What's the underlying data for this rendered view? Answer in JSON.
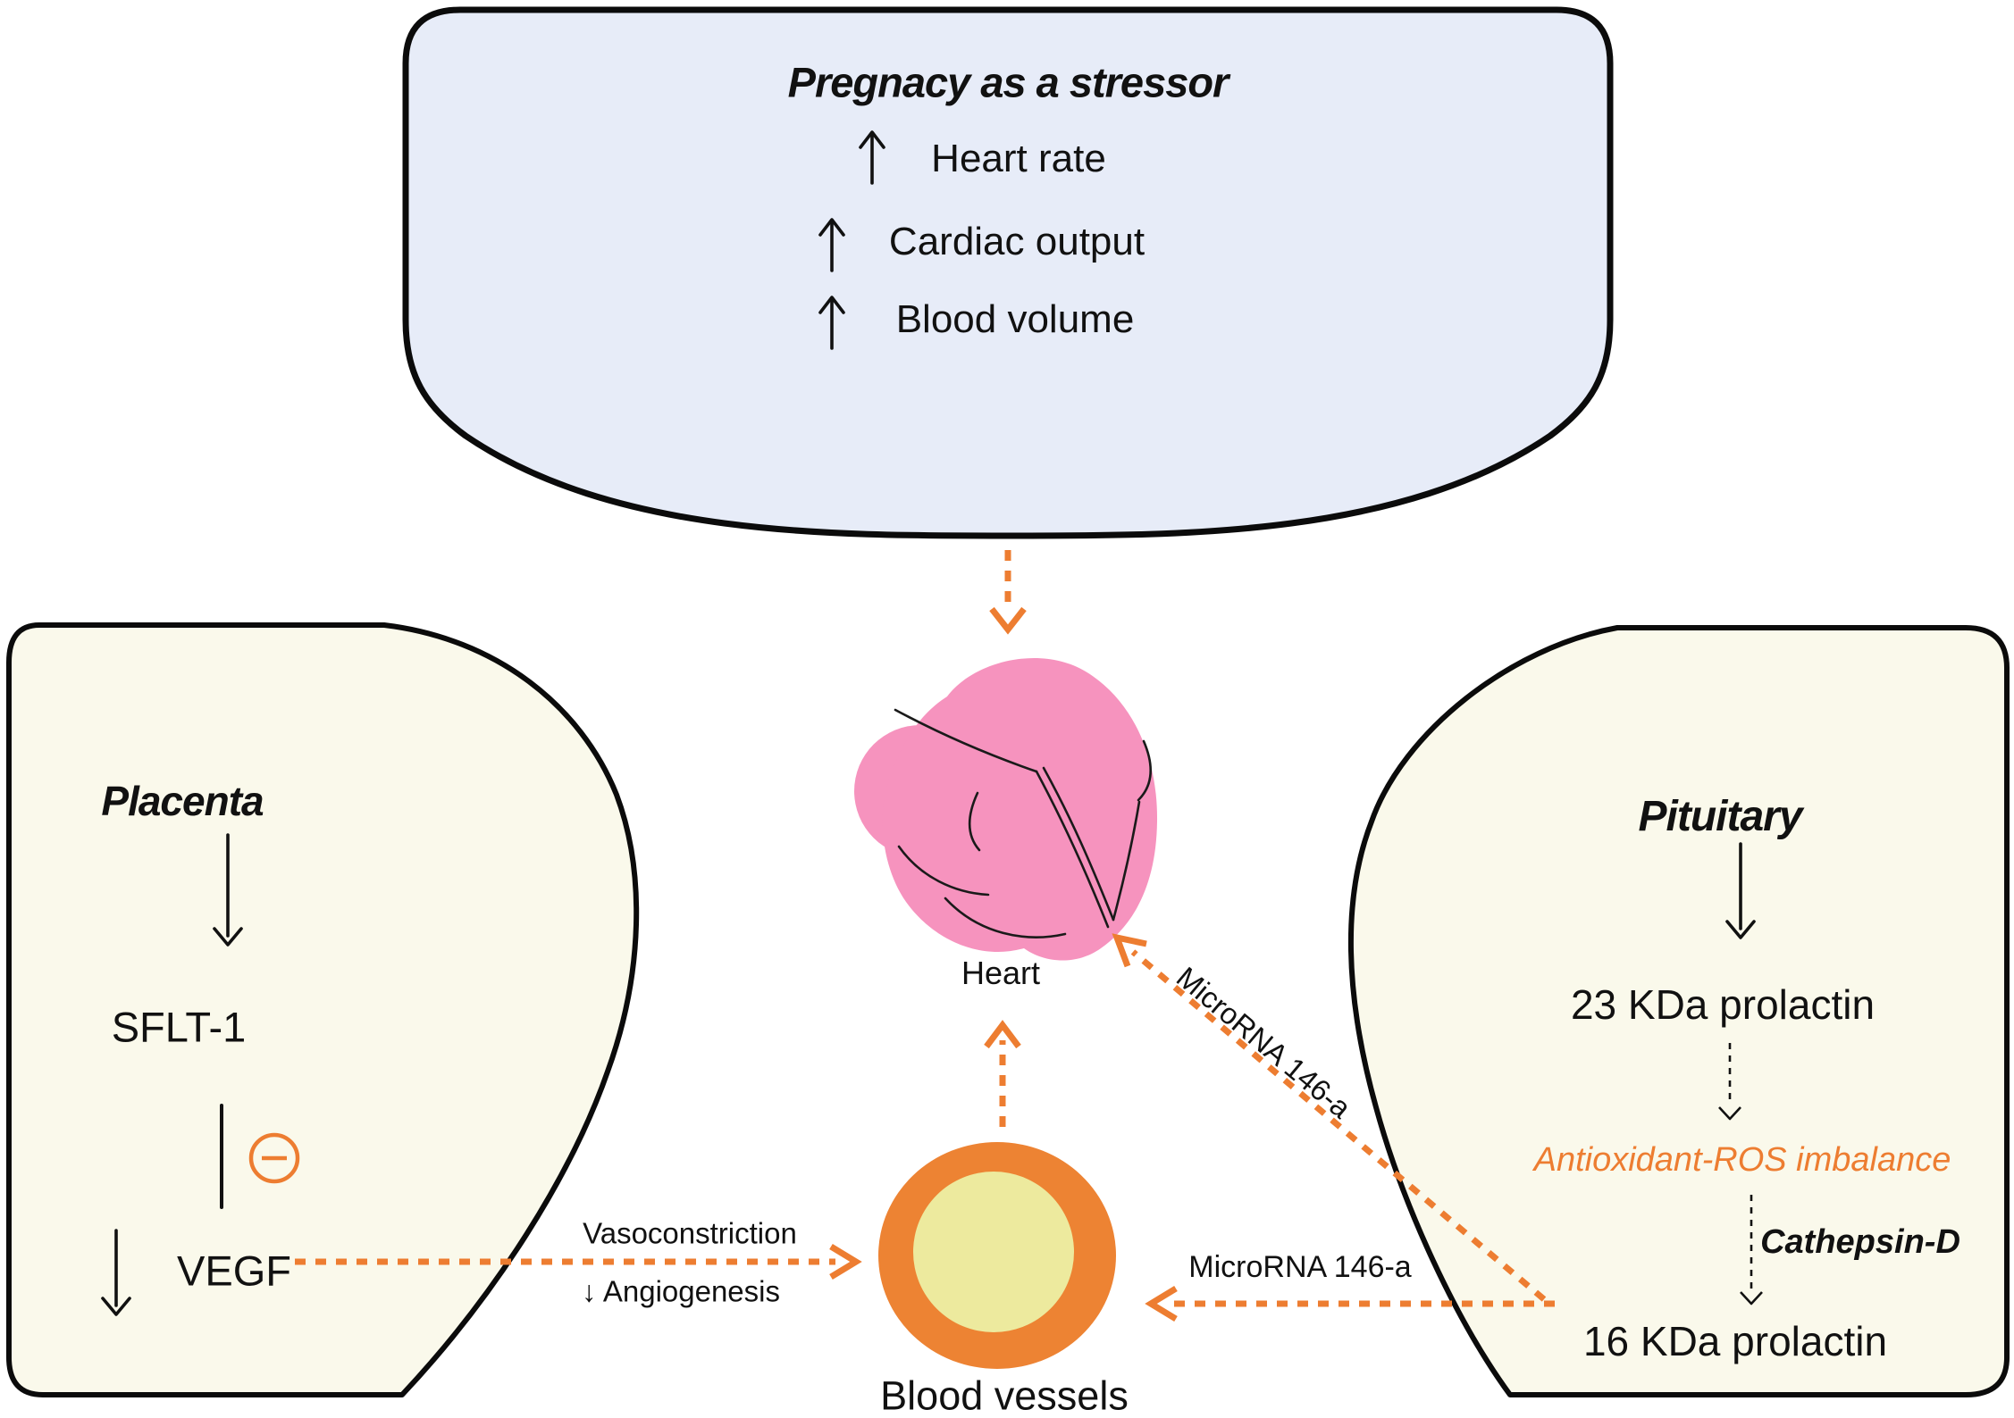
{
  "diagram": {
    "stressor_box": {
      "title": "Pregnacy as a stressor",
      "items": [
        {
          "label": "Heart rate"
        },
        {
          "label": "Cardiac output"
        },
        {
          "label": "Blood volume"
        }
      ]
    },
    "placenta_box": {
      "title": "Placenta",
      "factor": "SFLT-1",
      "target": "VEGF"
    },
    "pituitary_box": {
      "title": "Pituitary",
      "hormone_full": "23 KDa prolactin",
      "imbalance": "Antioxidant-ROS imbalance",
      "enzyme": "Cathepsin-D",
      "hormone_cleaved": "16 KDa prolactin"
    },
    "organs": {
      "heart_label": "Heart",
      "vessels_label": "Blood vessels"
    },
    "edge_labels": {
      "vasoconstriction": "Vasoconstriction",
      "angiogenesis": "↓ Angiogenesis",
      "mirna_to_heart": "MicroRNA 146-a",
      "mirna_to_vessels": "MicroRNA 146-a"
    },
    "colors": {
      "accent_orange": "#ED7D31",
      "stressor_fill": "#E7ECF8",
      "gland_fill": "#FAF9EB",
      "heart_pink": "#F693BE",
      "vessel_ring": "#ED8333",
      "vessel_lumen": "#EDEA9E",
      "outline": "#0B0B0B"
    }
  }
}
